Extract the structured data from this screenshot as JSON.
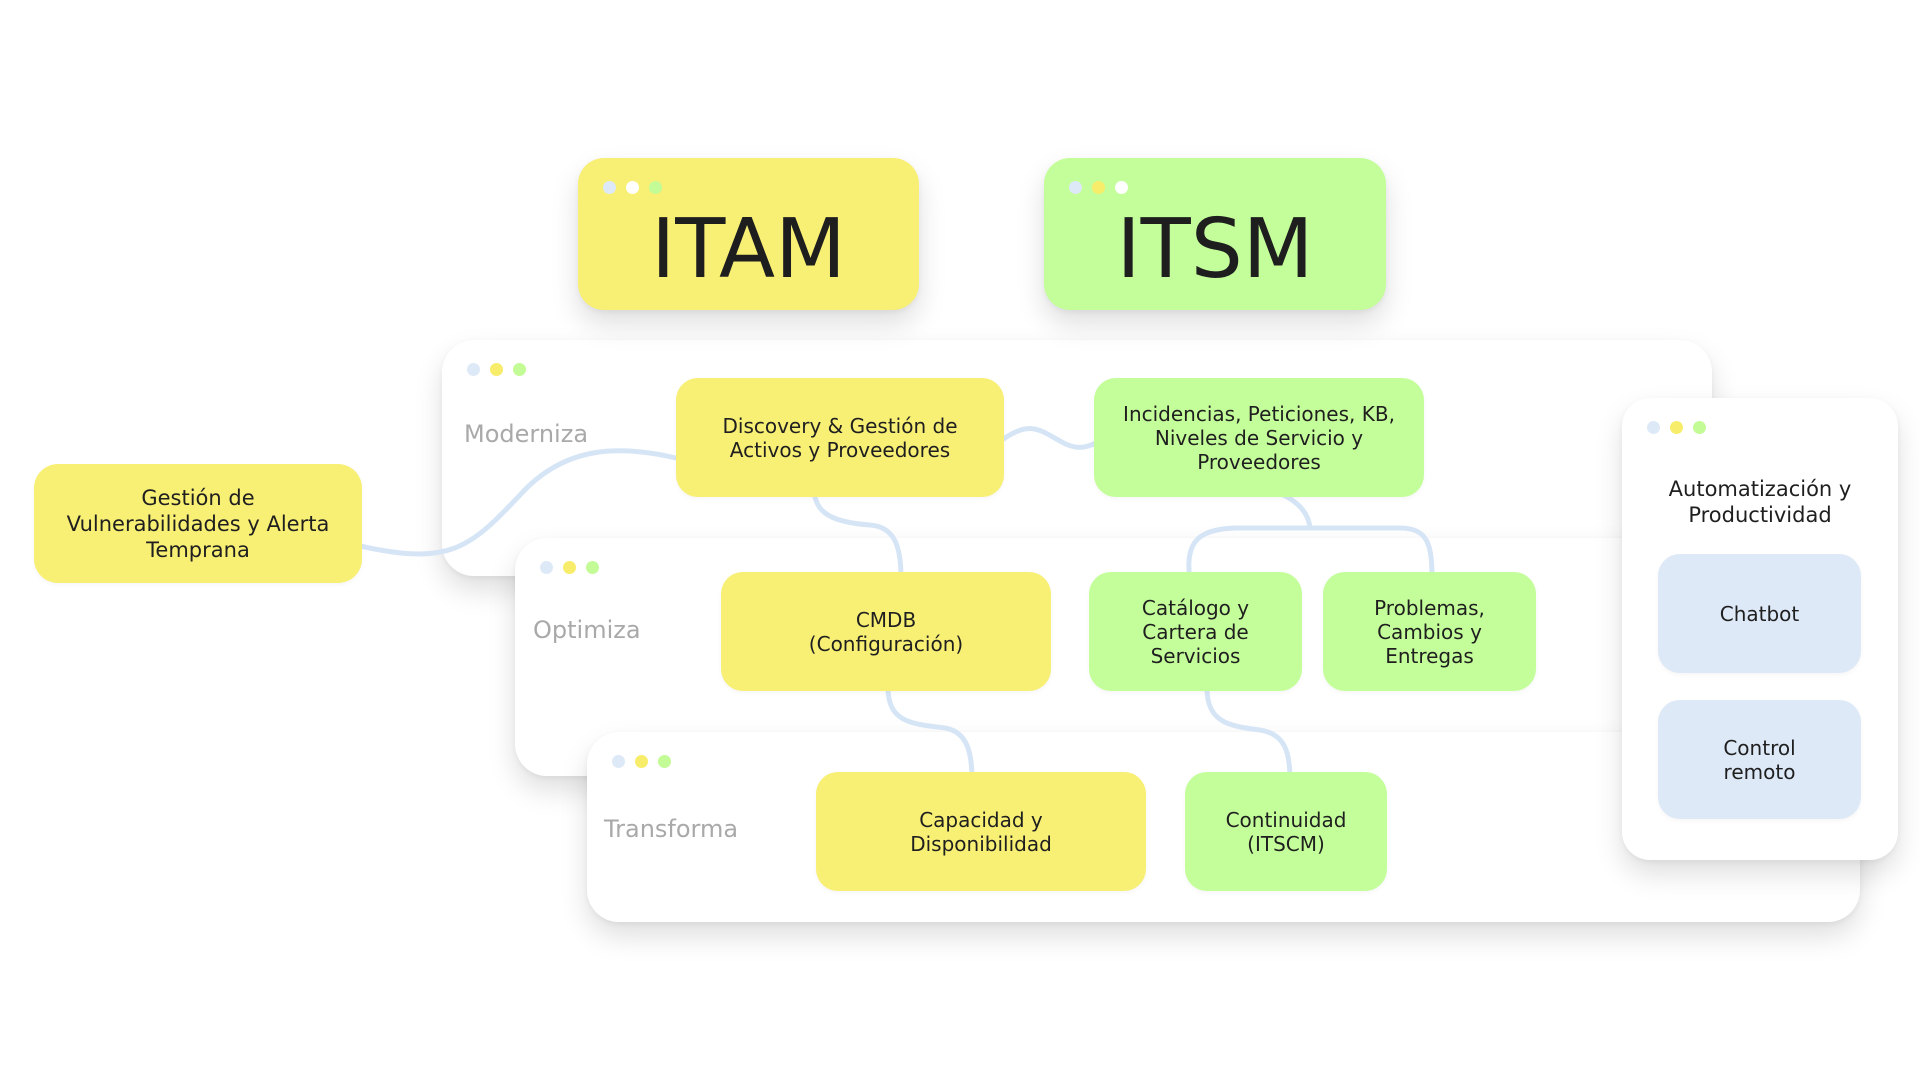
{
  "headers": {
    "itam": "ITAM",
    "itsm": "ITSM"
  },
  "levels": {
    "moderniza": "Moderniza",
    "optimiza": "Optimiza",
    "transforma": "Transforma"
  },
  "vulnerabilities_box": "Gestión de Vulnerabilidades y Alerta Temprana",
  "moderniza_boxes": {
    "discovery": "Discovery & Gestión de Activos y Proveedores",
    "incidencias": "Incidencias, Peticiones, KB, Niveles de Servicio y Proveedores"
  },
  "optimiza_boxes": {
    "cmdb": "CMDB (Configuración)",
    "catalogo": "Catálogo y Cartera de Servicios",
    "problemas": "Problemas, Cambios y Entregas"
  },
  "transforma_boxes": {
    "capacidad": "Capacidad y Disponibilidad",
    "continuidad": "Continuidad (ITSCM)"
  },
  "automation": {
    "title": "Automatización y Productividad",
    "items": [
      "Chatbot",
      "Control remoto"
    ]
  },
  "colors": {
    "itam_yellow": "#f8ef75",
    "itsm_green": "#c4fe9a",
    "automation_blue": "#dde9f7",
    "connector": "#d6e5f6"
  }
}
